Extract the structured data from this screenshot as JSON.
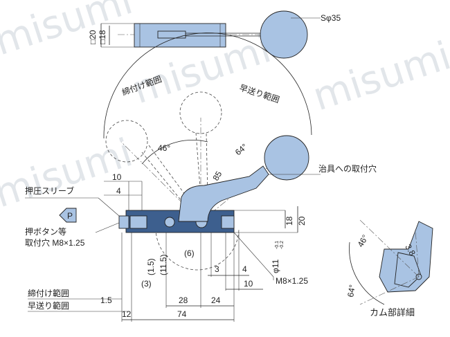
{
  "watermark": [
    "misumi",
    "misumi",
    "misumi",
    "misumi"
  ],
  "top_view": {
    "sphere_label": "Sφ35",
    "dim_20": "□20",
    "dim_18": "□18"
  },
  "arcs": {
    "clamp_range": "締付け範囲",
    "quick_range": "早送り範囲",
    "angle_46": "46°",
    "angle_64": "64°",
    "dim_85": "85"
  },
  "callouts": {
    "jig_mount": "治具への取付穴",
    "press_sleeve": "押圧スリーブ",
    "push_button_line1": "押ボタン等",
    "push_button_line2": "取付穴 M8×1.25",
    "p_marker": "P",
    "m8": "M8×1.25",
    "phi11": "φ11",
    "phi11_tol_upper": "-0.1",
    "phi11_tol_lower": "-0.2",
    "side_18": "18",
    "side_20": "20"
  },
  "dims": {
    "d10_top": "10",
    "d4_top": "4",
    "d11_5": "(11.5)",
    "d1_5": "(1.5)",
    "d6": "(6)",
    "d3_left": "(3)",
    "d3": "3",
    "d4": "4",
    "d10": "10",
    "d28": "28",
    "d24": "24",
    "d74": "74",
    "d1_5b": "1.5",
    "d12": "12",
    "clamp_range_bottom": "締付け範囲",
    "quick_range_bottom": "早送り範囲"
  },
  "detail": {
    "angle_46": "46°",
    "angle_64": "64°",
    "dim_3_8": "3.8",
    "title": "カム部詳細"
  }
}
